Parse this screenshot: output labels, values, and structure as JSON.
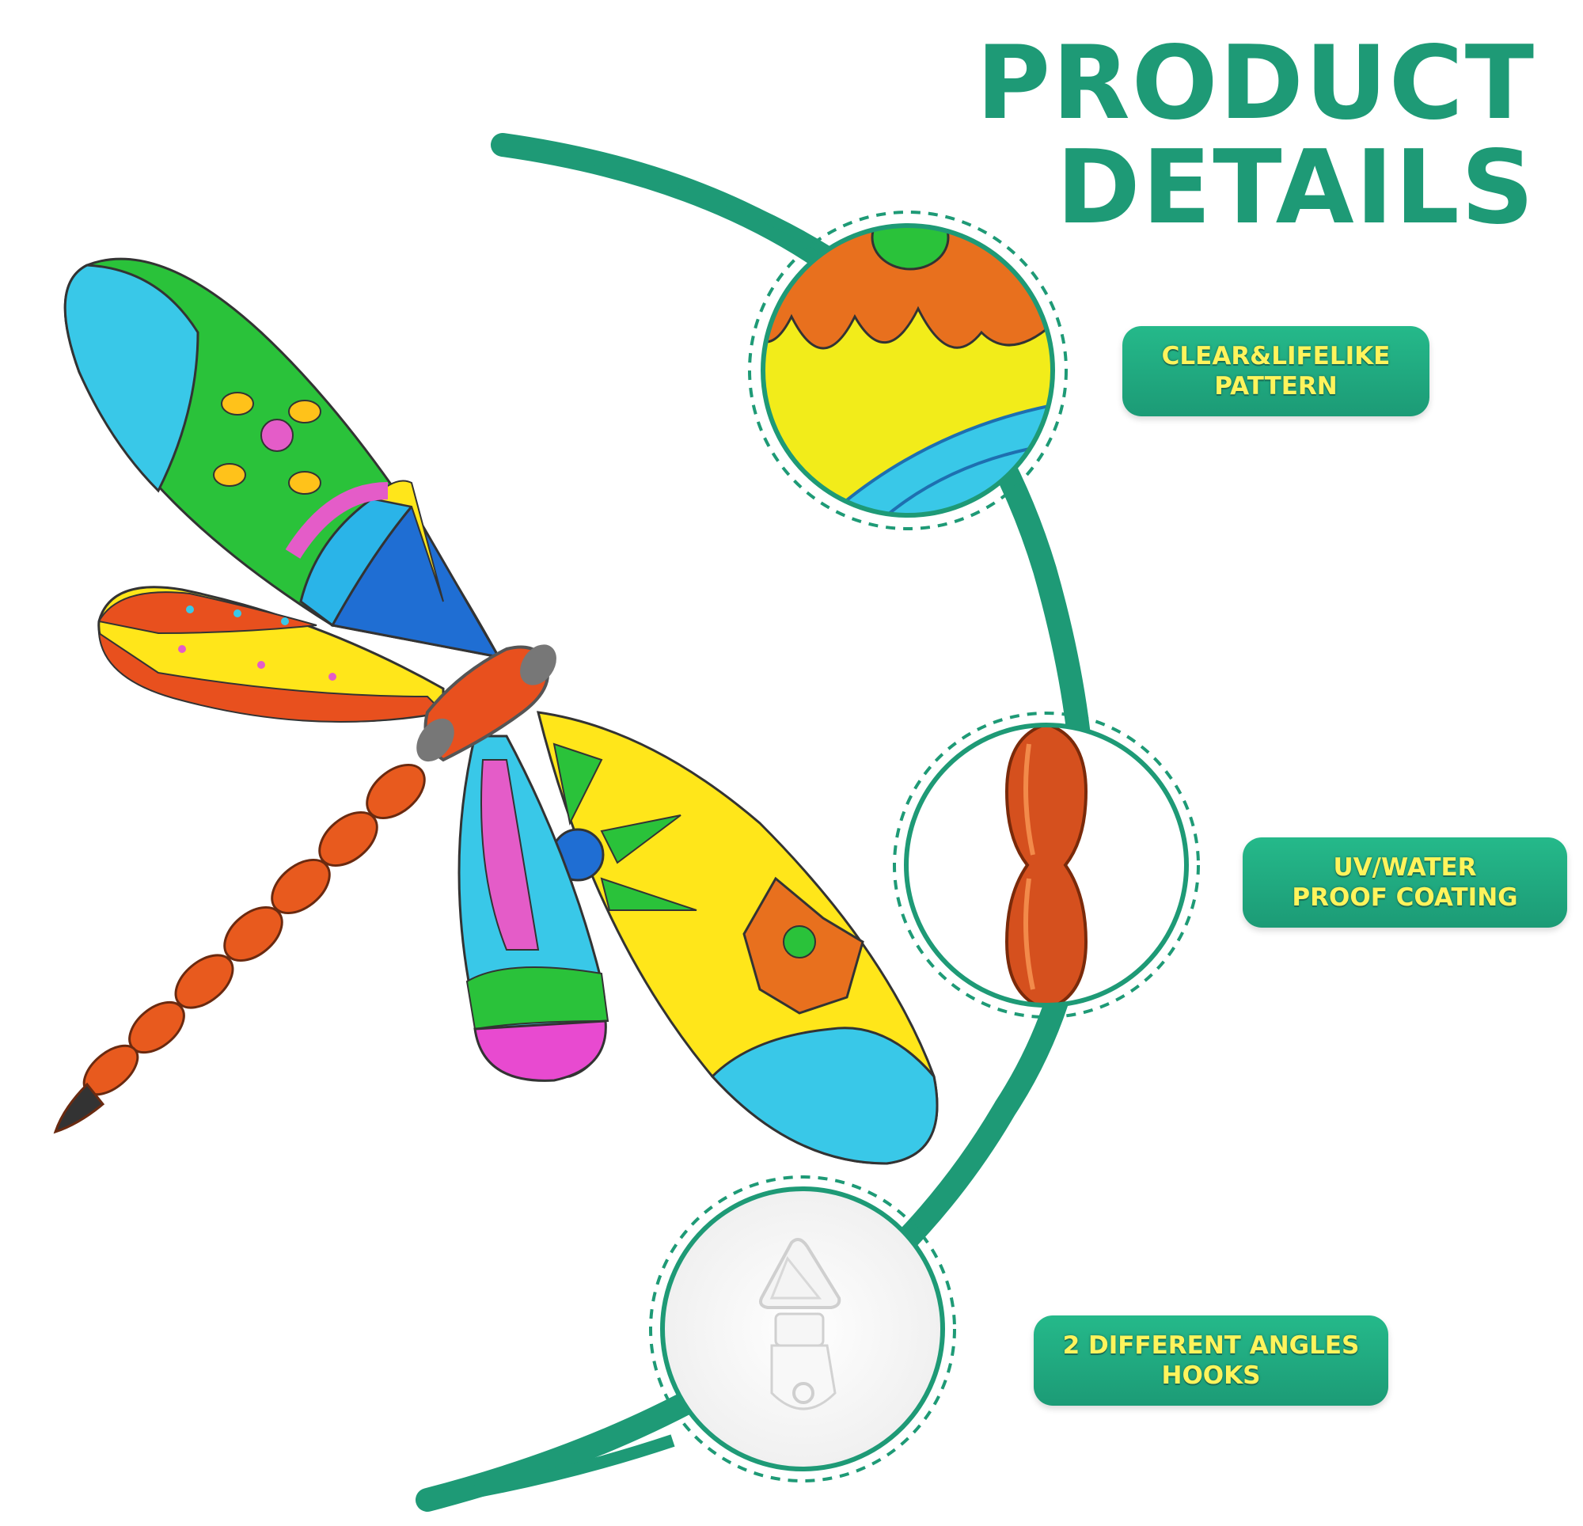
{
  "title": {
    "line1": "PRODUCT",
    "line2": "DETAILS"
  },
  "features": [
    {
      "line1": "CLEAR&LIFELIKE",
      "line2": "PATTERN"
    },
    {
      "line1": "UV/WATER",
      "line2": "PROOF COATING"
    },
    {
      "line1": "2 DIFFERENT ANGLES",
      "line2": "HOOKS"
    }
  ],
  "colors": {
    "accent": "#1e9a76",
    "badge_text": "#fff45c",
    "badge_bg": "#22ad84"
  },
  "icons": [
    "dragonfly-illustration",
    "wing-pattern-closeup",
    "body-coating-closeup",
    "hook-closeup"
  ]
}
